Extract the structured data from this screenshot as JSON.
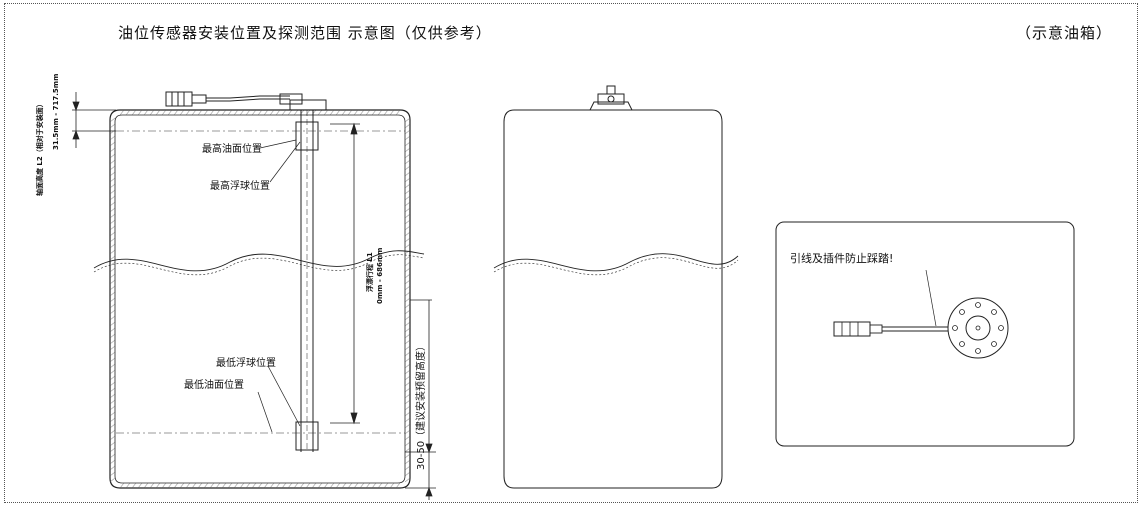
{
  "header": {
    "title": "油位传感器安装位置及探测范围 示意图（仅供参考）",
    "tank_label": "（示意油箱）"
  },
  "labels": {
    "max_oil_level": "最高油面位置",
    "max_float": "最高浮球位置",
    "min_float": "最低浮球位置",
    "min_oil_level": "最低油面位置",
    "float_travel_title": "浮漂行程 L1",
    "float_travel_range": "0mm - 686mm",
    "probe_height_title": "轴面高度 L2（相对于安装面）",
    "probe_height_range": "31.5mm - 717.5mm",
    "bottom_gap": "30-50（建议安装预留高度）"
  },
  "detail": {
    "note": "引线及插件防止踩踏!"
  }
}
